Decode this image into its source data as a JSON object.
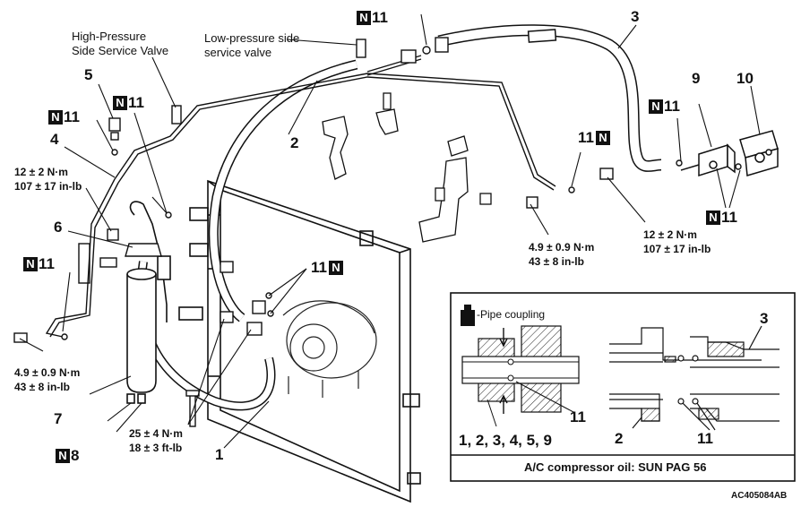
{
  "figure_id": "AC405084AB",
  "callouts": {
    "c1": "1",
    "c2": "2",
    "c3": "3",
    "c4": "4",
    "c5": "5",
    "c6": "6",
    "c7": "7",
    "c9": "9",
    "c10": "10"
  },
  "n_tags": {
    "n_letter": "N",
    "top_11": "11",
    "left_11_a": "11",
    "left_11_b": "11",
    "left_11_c": "11",
    "right_11_a": "11",
    "right_11_b": "11",
    "right_11_c": "11",
    "mid_11": "11",
    "bottom_8": "8"
  },
  "captions": {
    "high_pressure_line1": "High-Pressure",
    "high_pressure_line2": "Side Service Valve",
    "low_pressure_line1": "Low-pressure side",
    "low_pressure_line2": "service valve"
  },
  "torques": {
    "t_upper_left_a": "12 ± 2 N·m",
    "t_upper_left_b": "107 ± 17 in-lb",
    "t_lower_left_a": "4.9 ± 0.9 N·m",
    "t_lower_left_b": "43 ± 8 in-lb",
    "t_bottom_a": "25 ± 4 N·m",
    "t_bottom_b": "18 ± 3 ft-lb",
    "t_center_a": "4.9 ± 0.9 N·m",
    "t_center_b": "43 ± 8 in-lb",
    "t_right_a": "12 ± 2 N·m",
    "t_right_b": "107 ± 17 in-lb"
  },
  "inset": {
    "legend": "-Pipe coupling",
    "label_11_a": "11",
    "label_11_b": "11",
    "label_2": "2",
    "label_3": "3",
    "label_list": "1, 2, 3, 4, 5, 9",
    "oil": "A/C compressor oil:  SUN PAG 56"
  }
}
